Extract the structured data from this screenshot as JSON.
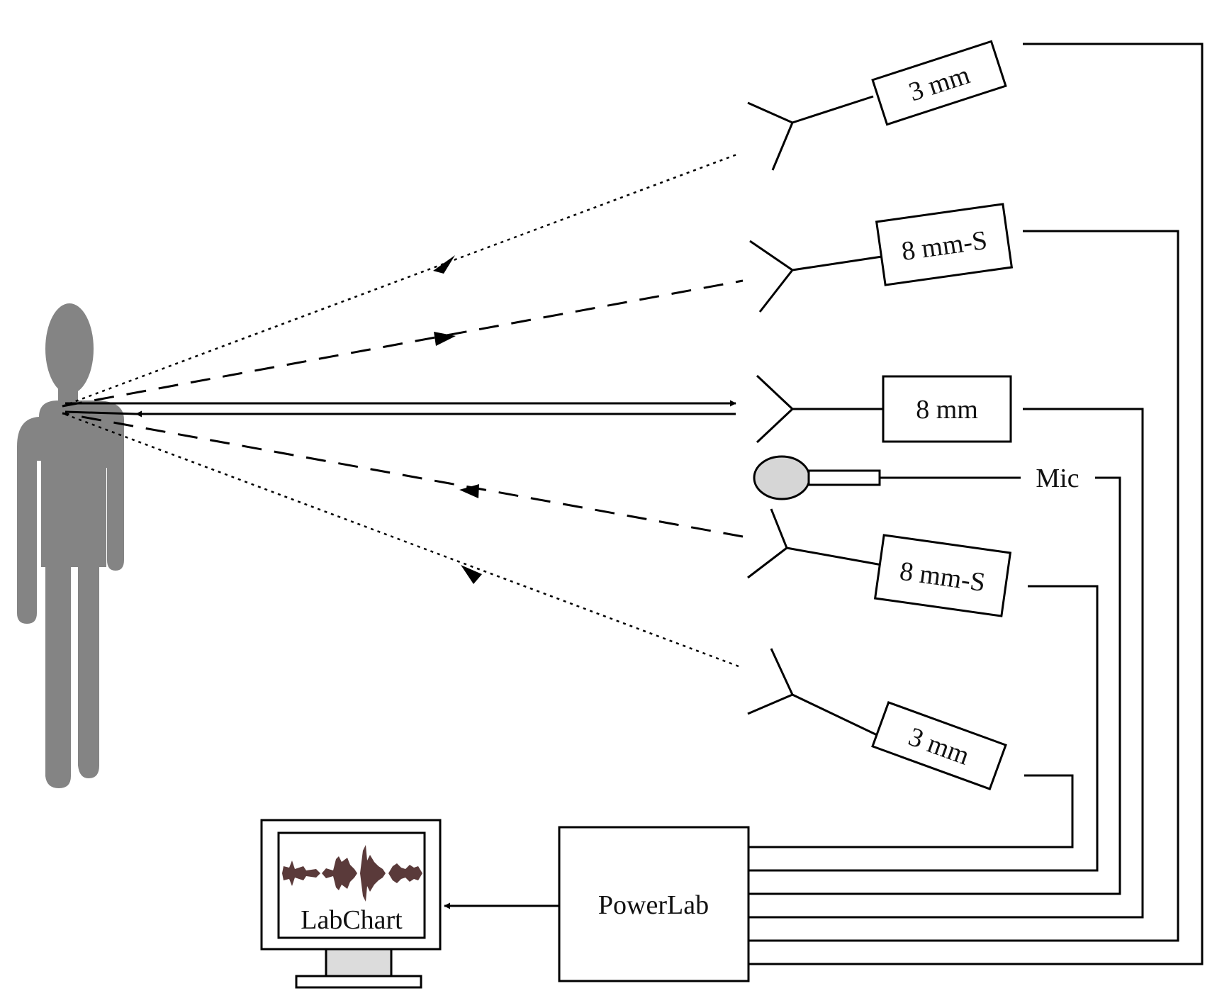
{
  "colors": {
    "person": "#848484",
    "line": "#000000",
    "mic_head": "#d6d6d6",
    "monitor_stand": "#dcdcdc",
    "waveform": "#5a3a3a",
    "background": "#ffffff"
  },
  "antennas": [
    {
      "id": "antenna-1",
      "label": "3 mm"
    },
    {
      "id": "antenna-2",
      "label": "8 mm-S"
    },
    {
      "id": "antenna-3",
      "label": "8 mm"
    },
    {
      "id": "antenna-4",
      "label": "8 mm-S"
    },
    {
      "id": "antenna-5",
      "label": "3 mm"
    }
  ],
  "microphone": {
    "label": "Mic"
  },
  "daq": {
    "label": "PowerLab"
  },
  "software": {
    "label": "LabChart"
  },
  "icons": [
    "person-silhouette-icon",
    "antenna-icon",
    "microphone-icon",
    "computer-monitor-icon",
    "waveform-icon"
  ]
}
